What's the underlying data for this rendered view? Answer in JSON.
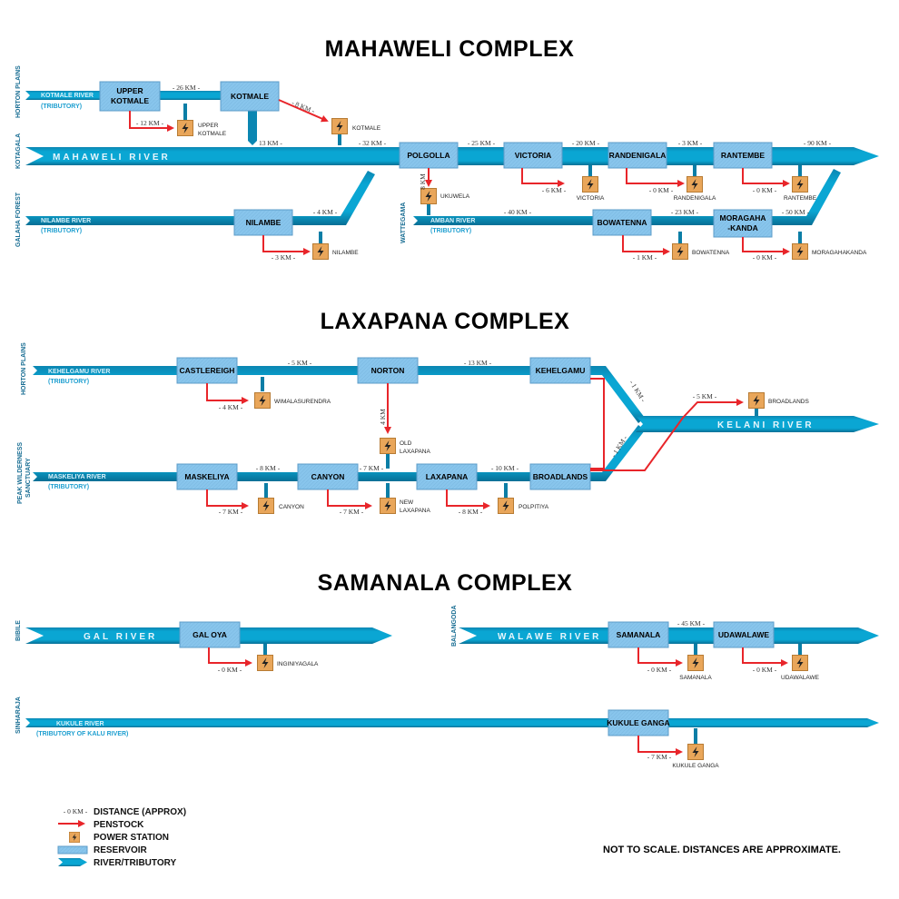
{
  "colors": {
    "river": "#0aa3cf",
    "river_dark": "#0b7ea6",
    "reservoir": "#86c4ec",
    "reservoir_border": "#5d9cc8",
    "penstock": "#e8252a",
    "power_station": "#e9a65a",
    "power_station_border": "#b77b33"
  },
  "mahaweli": {
    "title": "MAHAWELI COMPLEX",
    "origins": {
      "horton": "HORTON PLAINS",
      "kotagala": "KOTAGALA",
      "galaha": "GALAHA FOREST",
      "wattegama": "WATTEGAMA"
    },
    "rivers": {
      "kotmale": {
        "name": "KOTMALE RIVER",
        "sub": "(TRIBUTORY)"
      },
      "mahaweli": {
        "name": "MAHAWELI RIVER"
      },
      "nilambe": {
        "name": "NILAMBE RIVER",
        "sub": "(TRIBUTORY)"
      },
      "amban": {
        "name": "AMBAN RIVER",
        "sub": "(TRIBUTORY)"
      }
    },
    "reservoirs": {
      "upper_kotmale": [
        "UPPER",
        "KOTMALE"
      ],
      "kotmale": "KOTMALE",
      "polgolla": "POLGOLLA",
      "victoria": "VICTORIA",
      "randenigala": "RANDENIGALA",
      "rantembe": "RANTEMBE",
      "nilambe": "NILAMBE",
      "bowatenna": "BOWATENNA",
      "moragahakanda": [
        "MORAGAHA",
        "-KANDA"
      ]
    },
    "power_stations": {
      "upper_kotmale": [
        "UPPER",
        "KOTMALE"
      ],
      "kotmale": "KOTMALE",
      "ukuwela": "UKUWELA",
      "victoria": "VICTORIA",
      "randenigala": "RANDENIGALA",
      "rantembe": "RANTEMBE",
      "nilambe": "NILAMBE",
      "bowatenna": "BOWATENNA",
      "moragahakanda": "MORAGAHAKANDA"
    },
    "distances": {
      "upper_kotmale_kotmale": "- 26 KM -",
      "upper_kotmale_penstock": "- 12 KM -",
      "kotmale_penstock": "- 8 KM -",
      "kotmale_to_mahaweli": "13 KM -",
      "to_polgolla": "- 32 KM -",
      "polgolla_victoria": "- 25 KM -",
      "victoria_randenigala": "- 20 KM -",
      "randenigala_rantembe": "- 3 KM -",
      "rantembe_out": "- 90 KM -",
      "polgolla_penstock": "8 KM",
      "victoria_penstock": "- 6 KM -",
      "randenigala_penstock": "- 0 KM -",
      "rantembe_penstock": "- 0 KM -",
      "nilambe_out": "- 4 KM -",
      "nilambe_penstock": "- 3 KM -",
      "amban_bowatenna": "- 40 KM -",
      "bowatenna_moragahakanda": "- 23 KM -",
      "moragahakanda_out": "- 50 KM -",
      "bowatenna_penstock": "- 1 KM -",
      "moragahakanda_penstock": "- 0 KM -"
    }
  },
  "laxapana": {
    "title": "LAXAPANA COMPLEX",
    "origins": {
      "horton": "HORTON PLAINS",
      "peak": [
        "PEAK WILDERNESS",
        "SANCTUARY"
      ]
    },
    "rivers": {
      "kehelgamu": {
        "name": "KEHELGAMU RIVER",
        "sub": "(TRIBUTORY)"
      },
      "maskeliya": {
        "name": "MASKELIYA RIVER",
        "sub": "(TRIBUTORY)"
      },
      "kelani": {
        "name": "KELANI RIVER"
      }
    },
    "reservoirs": {
      "castlereigh": "CASTLEREIGH",
      "norton": "NORTON",
      "kehelgamu": "KEHELGAMU",
      "maskeliya": "MASKELIYA",
      "canyon": "CANYON",
      "laxapana": "LAXAPANA",
      "broadlands": "BROADLANDS"
    },
    "power_stations": {
      "wimalasurendra": "WIMALASURENDRA",
      "old_laxapana": [
        "OLD",
        "LAXAPANA"
      ],
      "canyon": "CANYON",
      "new_laxapana": [
        "NEW",
        "LAXAPANA"
      ],
      "polpitiya": "POLPITIYA",
      "broadlands": "BROADLANDS"
    },
    "distances": {
      "castlereigh_norton": "- 5 KM -",
      "norton_kehelgamu": "- 13 KM -",
      "castlereigh_penstock": "- 4 KM -",
      "norton_penstock": "4 KM",
      "kehelgamu_kelani": "- 1 KM -",
      "broadlands_kelani": "- 1 KM -",
      "broadlands_penstock": "- 5 KM -",
      "maskeliya_canyon": "- 8 KM -",
      "canyon_laxapana": "- 7 KM -",
      "laxapana_broadlands": "- 10 KM -",
      "maskeliya_penstock": "- 7 KM -",
      "canyon_penstock": "- 7 KM -",
      "laxapana_penstock": "- 8 KM -"
    }
  },
  "samanala": {
    "title": "SAMANALA COMPLEX",
    "origins": {
      "bibile": "BIBILE",
      "balangoda": "BALANGODA",
      "sinharaja": "SINHARAJA"
    },
    "rivers": {
      "gal": {
        "name": "GAL RIVER"
      },
      "walawe": {
        "name": "WALAWE RIVER"
      },
      "kukule": {
        "name": "KUKULE RIVER",
        "sub": "(TRIBUTORY OF KALU RIVER)"
      }
    },
    "reservoirs": {
      "gal_oya": "GAL OYA",
      "samanala": "SAMANALA",
      "udawalawe": "UDAWALAWE",
      "kukule_ganga": "KUKULE GANGA"
    },
    "power_stations": {
      "inginiyagala": "INGINIYAGALA",
      "samanala": "SAMANALA",
      "udawalawe": "UDAWALAWE",
      "kukule_ganga": "KUKULE GANGA"
    },
    "distances": {
      "gal_penstock": "- 0 KM -",
      "samanala_udawalawe": "- 45 KM -",
      "samanala_penstock": "- 0 KM -",
      "udawalawe_penstock": "- 0 KM -",
      "kukule_penstock": "- 7 KM -"
    }
  },
  "legend": {
    "distance_sample": "- 0 KM -",
    "distance": "DISTANCE (APPROX)",
    "penstock": "PENSTOCK",
    "power_station": "POWER STATION",
    "reservoir": "RESERVOIR",
    "river": "RIVER/TRIBUTORY"
  },
  "note": "NOT TO SCALE. DISTANCES ARE APPROXIMATE."
}
